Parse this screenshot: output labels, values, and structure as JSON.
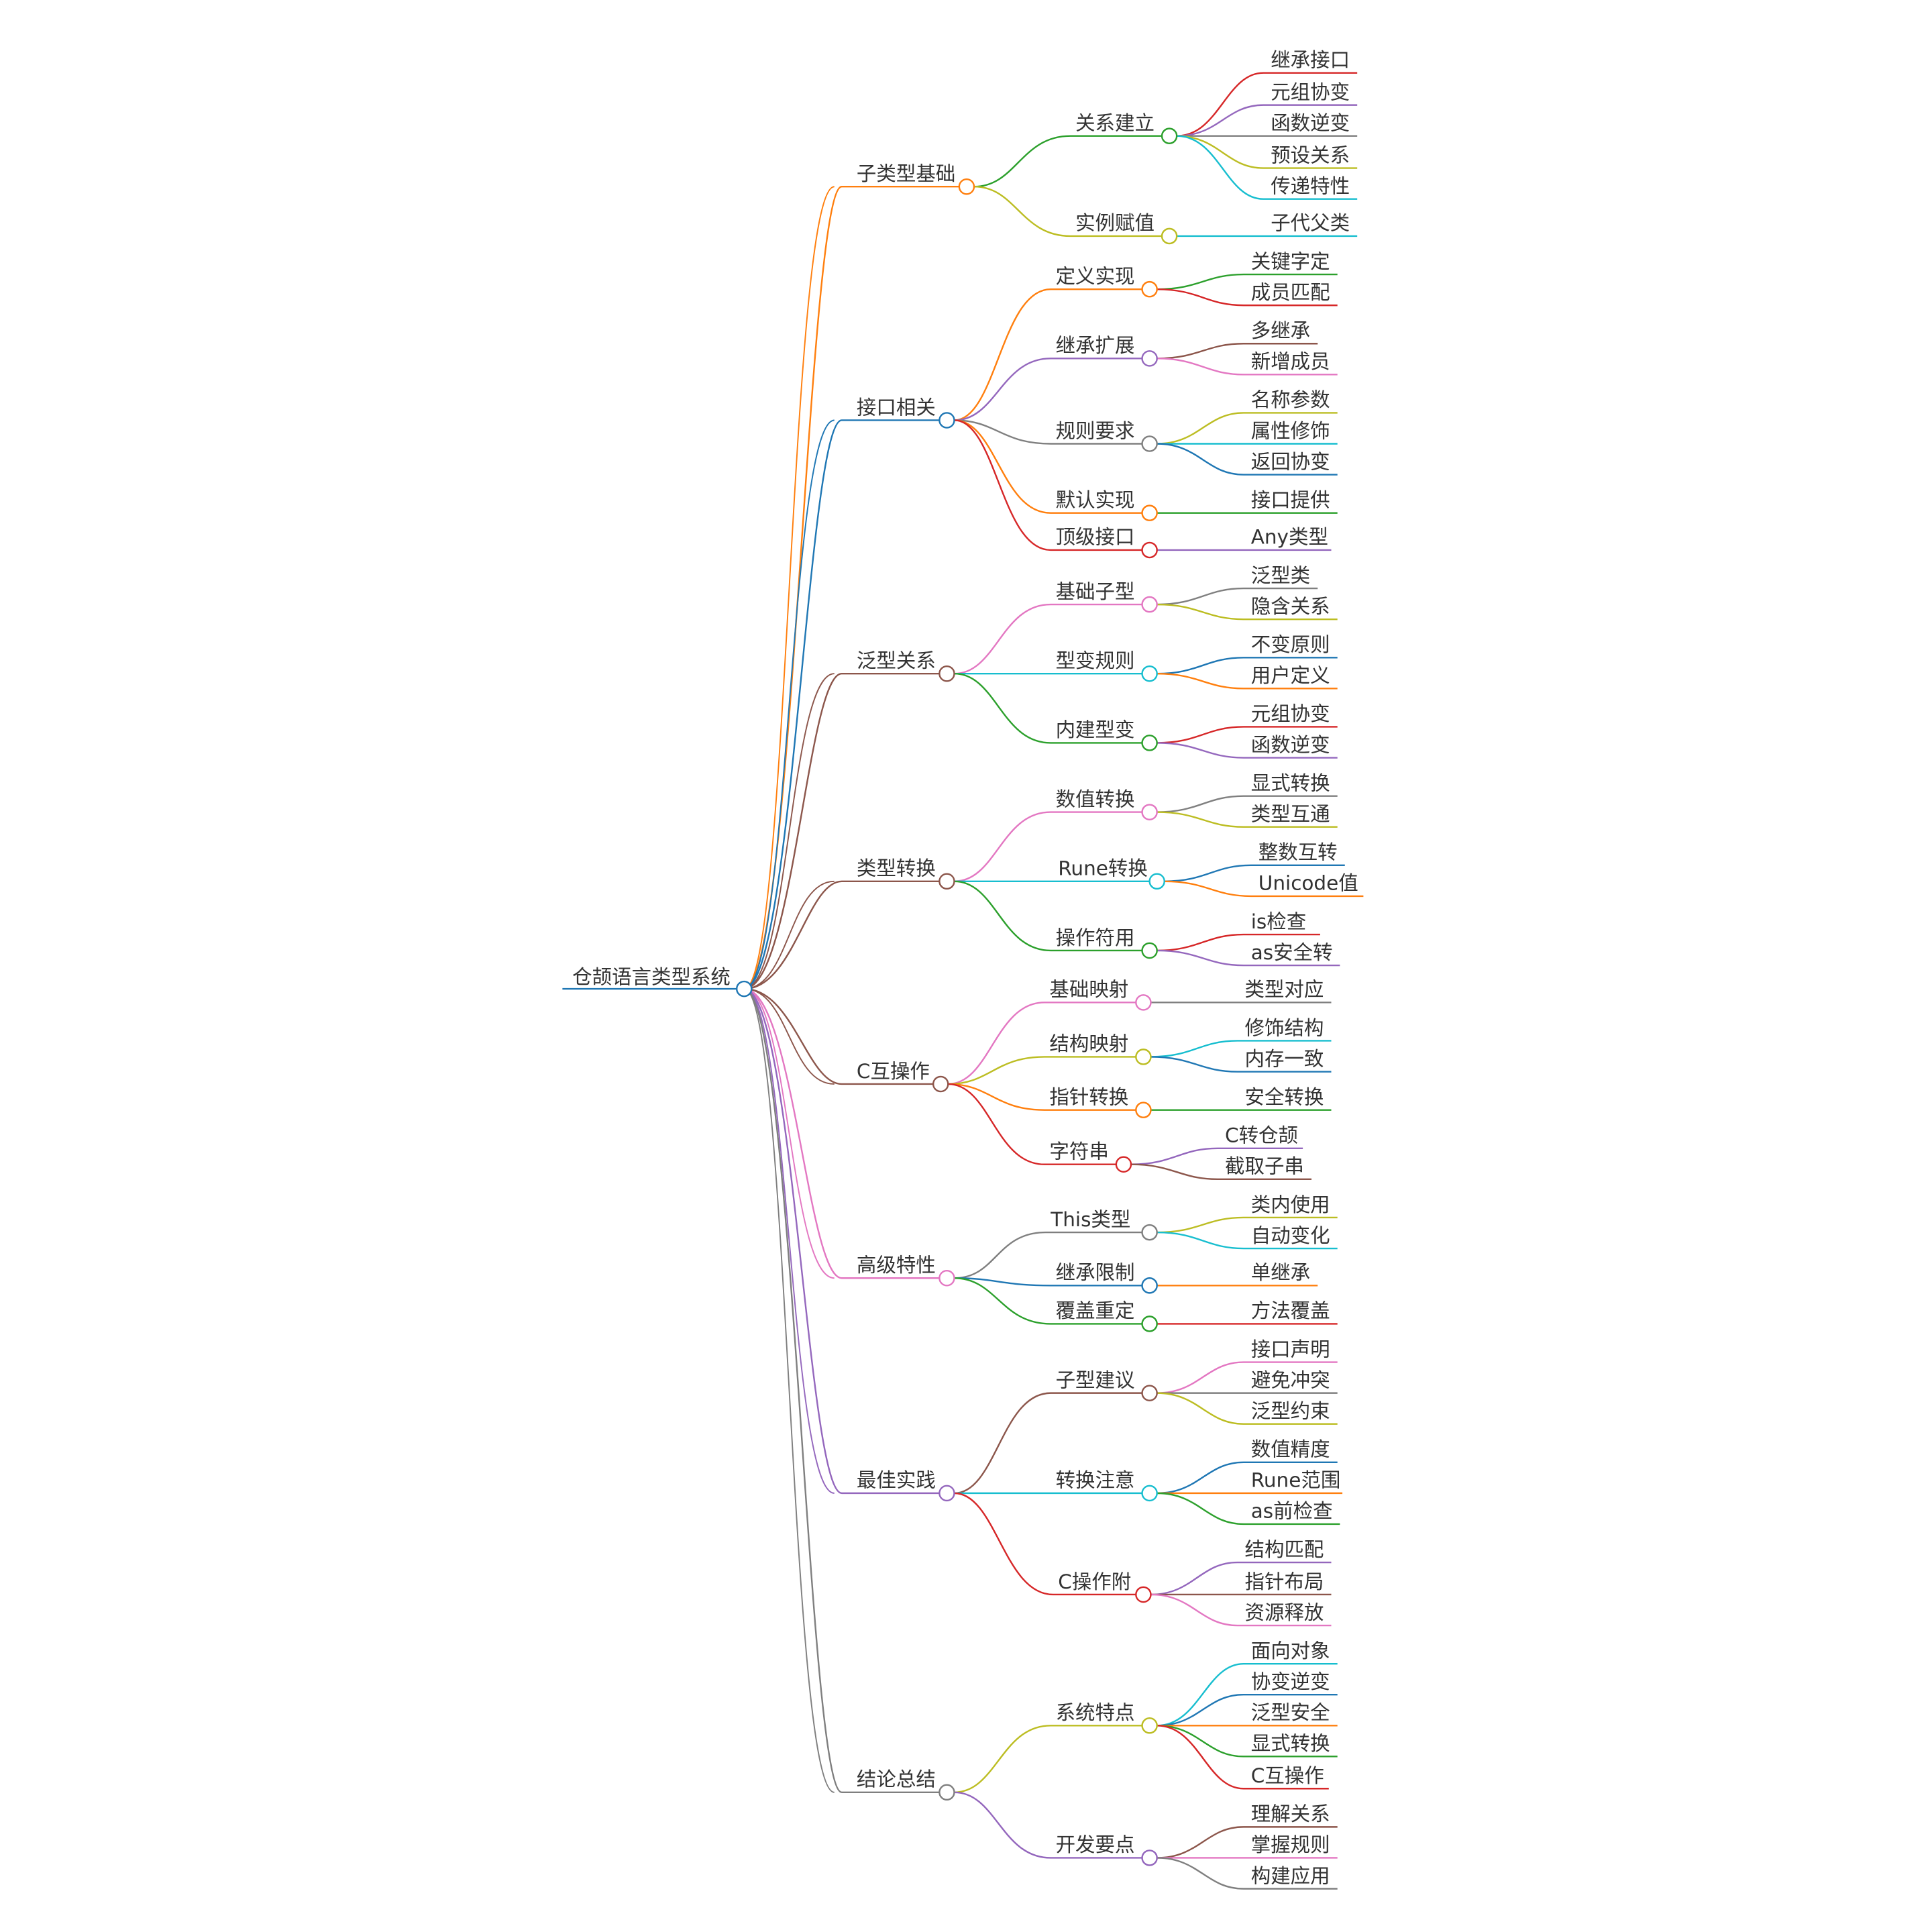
{
  "root": {
    "label": "仓颉语言类型系统",
    "color": "#1f77b4"
  },
  "branches": [
    {
      "label": "子类型基础",
      "color": "#ff7f0e",
      "children": [
        {
          "label": "关系建立",
          "color": "#2ca02c",
          "children": [
            {
              "label": "继承接口",
              "color": "#d62728"
            },
            {
              "label": "元组协变",
              "color": "#9467bd"
            },
            {
              "label": "函数逆变",
              "color": "#7f7f7f"
            },
            {
              "label": "预设关系",
              "color": "#bcbd22"
            },
            {
              "label": "传递特性",
              "color": "#17becf"
            }
          ]
        },
        {
          "label": "实例赋值",
          "color": "#bcbd22",
          "children": [
            {
              "label": "子代父类",
              "color": "#17becf"
            }
          ]
        }
      ]
    },
    {
      "label": "接口相关",
      "color": "#1f77b4",
      "children": [
        {
          "label": "定义实现",
          "color": "#ff7f0e",
          "children": [
            {
              "label": "关键字定",
              "color": "#2ca02c"
            },
            {
              "label": "成员匹配",
              "color": "#d62728"
            }
          ]
        },
        {
          "label": "继承扩展",
          "color": "#9467bd",
          "children": [
            {
              "label": "多继承",
              "color": "#8c564b"
            },
            {
              "label": "新增成员",
              "color": "#e377c2"
            }
          ]
        },
        {
          "label": "规则要求",
          "color": "#7f7f7f",
          "children": [
            {
              "label": "名称参数",
              "color": "#bcbd22"
            },
            {
              "label": "属性修饰",
              "color": "#17becf"
            },
            {
              "label": "返回协变",
              "color": "#1f77b4"
            }
          ]
        },
        {
          "label": "默认实现",
          "color": "#ff7f0e",
          "children": [
            {
              "label": "接口提供",
              "color": "#2ca02c"
            }
          ]
        },
        {
          "label": "顶级接口",
          "color": "#d62728",
          "children": [
            {
              "label": "Any类型",
              "color": "#9467bd"
            }
          ]
        }
      ]
    },
    {
      "label": "泛型关系",
      "color": "#8c564b",
      "children": [
        {
          "label": "基础子型",
          "color": "#e377c2",
          "children": [
            {
              "label": "泛型类",
              "color": "#7f7f7f"
            },
            {
              "label": "隐含关系",
              "color": "#bcbd22"
            }
          ]
        },
        {
          "label": "型变规则",
          "color": "#17becf",
          "children": [
            {
              "label": "不变原则",
              "color": "#1f77b4"
            },
            {
              "label": "用户定义",
              "color": "#ff7f0e"
            }
          ]
        },
        {
          "label": "内建型变",
          "color": "#2ca02c",
          "children": [
            {
              "label": "元组协变",
              "color": "#d62728"
            },
            {
              "label": "函数逆变",
              "color": "#9467bd"
            }
          ]
        }
      ]
    },
    {
      "label": "类型转换",
      "color": "#8c564b",
      "children": [
        {
          "label": "数值转换",
          "color": "#e377c2",
          "children": [
            {
              "label": "显式转换",
              "color": "#7f7f7f"
            },
            {
              "label": "类型互通",
              "color": "#bcbd22"
            }
          ]
        },
        {
          "label": "Rune转换",
          "color": "#17becf",
          "children": [
            {
              "label": "整数互转",
              "color": "#1f77b4"
            },
            {
              "label": "Unicode值",
              "color": "#ff7f0e"
            }
          ]
        },
        {
          "label": "操作符用",
          "color": "#2ca02c",
          "children": [
            {
              "label": "is检查",
              "color": "#d62728"
            },
            {
              "label": "as安全转",
              "color": "#9467bd"
            }
          ]
        }
      ]
    },
    {
      "label": "C互操作",
      "color": "#8c564b",
      "children": [
        {
          "label": "基础映射",
          "color": "#e377c2",
          "children": [
            {
              "label": "类型对应",
              "color": "#7f7f7f"
            }
          ]
        },
        {
          "label": "结构映射",
          "color": "#bcbd22",
          "children": [
            {
              "label": "修饰结构",
              "color": "#17becf"
            },
            {
              "label": "内存一致",
              "color": "#1f77b4"
            }
          ]
        },
        {
          "label": "指针转换",
          "color": "#ff7f0e",
          "children": [
            {
              "label": "安全转换",
              "color": "#2ca02c"
            }
          ]
        },
        {
          "label": "字符串",
          "color": "#d62728",
          "children": [
            {
              "label": "C转仓颉",
              "color": "#9467bd"
            },
            {
              "label": "截取子串",
              "color": "#8c564b"
            }
          ]
        }
      ]
    },
    {
      "label": "高级特性",
      "color": "#e377c2",
      "children": [
        {
          "label": "This类型",
          "color": "#7f7f7f",
          "children": [
            {
              "label": "类内使用",
              "color": "#bcbd22"
            },
            {
              "label": "自动变化",
              "color": "#17becf"
            }
          ]
        },
        {
          "label": "继承限制",
          "color": "#1f77b4",
          "children": [
            {
              "label": "单继承",
              "color": "#ff7f0e"
            }
          ]
        },
        {
          "label": "覆盖重定",
          "color": "#2ca02c",
          "children": [
            {
              "label": "方法覆盖",
              "color": "#d62728"
            }
          ]
        }
      ]
    },
    {
      "label": "最佳实践",
      "color": "#9467bd",
      "children": [
        {
          "label": "子型建议",
          "color": "#8c564b",
          "children": [
            {
              "label": "接口声明",
              "color": "#e377c2"
            },
            {
              "label": "避免冲突",
              "color": "#7f7f7f"
            },
            {
              "label": "泛型约束",
              "color": "#bcbd22"
            }
          ]
        },
        {
          "label": "转换注意",
          "color": "#17becf",
          "children": [
            {
              "label": "数值精度",
              "color": "#1f77b4"
            },
            {
              "label": "Rune范围",
              "color": "#ff7f0e"
            },
            {
              "label": "as前检查",
              "color": "#2ca02c"
            }
          ]
        },
        {
          "label": "C操作附",
          "color": "#d62728",
          "children": [
            {
              "label": "结构匹配",
              "color": "#9467bd"
            },
            {
              "label": "指针布局",
              "color": "#8c564b"
            },
            {
              "label": "资源释放",
              "color": "#e377c2"
            }
          ]
        }
      ]
    },
    {
      "label": "结论总结",
      "color": "#7f7f7f",
      "children": [
        {
          "label": "系统特点",
          "color": "#bcbd22",
          "children": [
            {
              "label": "面向对象",
              "color": "#17becf"
            },
            {
              "label": "协变逆变",
              "color": "#1f77b4"
            },
            {
              "label": "泛型安全",
              "color": "#ff7f0e"
            },
            {
              "label": "显式转换",
              "color": "#2ca02c"
            },
            {
              "label": "C互操作",
              "color": "#d62728"
            }
          ]
        },
        {
          "label": "开发要点",
          "color": "#9467bd",
          "children": [
            {
              "label": "理解关系",
              "color": "#8c564b"
            },
            {
              "label": "掌握规则",
              "color": "#e377c2"
            },
            {
              "label": "构建应用",
              "color": "#7f7f7f"
            }
          ]
        }
      ]
    }
  ]
}
